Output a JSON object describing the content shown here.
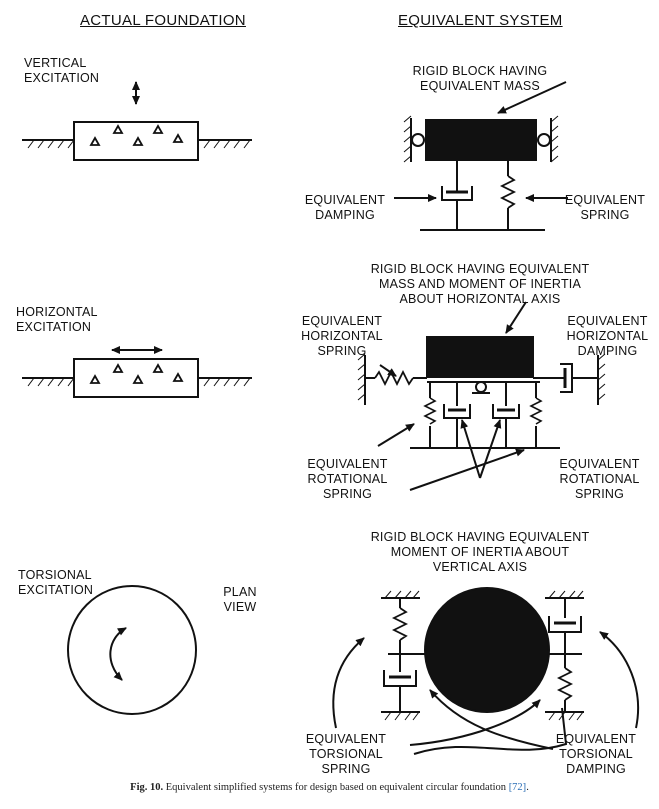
{
  "headers": {
    "actual": "ACTUAL FOUNDATION",
    "equivalent": "EQUIVALENT SYSTEM"
  },
  "vertical": {
    "excitation": "VERTICAL\nEXCITATION",
    "block": "RIGID BLOCK HAVING\nEQUIVALENT MASS",
    "damping": "EQUIVALENT\nDAMPING",
    "spring": "EQUIVALENT\nSPRING"
  },
  "horizontal": {
    "excitation": "HORIZONTAL\nEXCITATION",
    "block": "RIGID BLOCK HAVING EQUIVALENT\nMASS AND MOMENT OF INERTIA\nABOUT HORIZONTAL AXIS",
    "spring": "EQUIVALENT\nHORIZONTAL\nSPRING",
    "damping": "EQUIVALENT\nHORIZONTAL\nDAMPING",
    "rot_spring": "EQUIVALENT\nROTATIONAL\nSPRING",
    "rot_spring_right": "EQUIVALENT\nROTATIONAL\nSPRING"
  },
  "torsional": {
    "excitation": "TORSIONAL\nEXCITATION",
    "plan": "PLAN\nVIEW",
    "block": "RIGID BLOCK HAVING EQUIVALENT\nMOMENT OF INERTIA ABOUT\nVERTICAL AXIS",
    "spring": "EQUIVALENT\nTORSIONAL\nSPRING",
    "damping": "EQUIVALENT\nTORSIONAL\nDAMPING"
  },
  "caption": {
    "fig": "Fig. 10.",
    "text": "Equivalent simplified systems for design based on equivalent circular foundation",
    "cite": "[72]",
    "end": "."
  },
  "colors": {
    "ink": "#111111",
    "cite": "#2a6db5"
  }
}
